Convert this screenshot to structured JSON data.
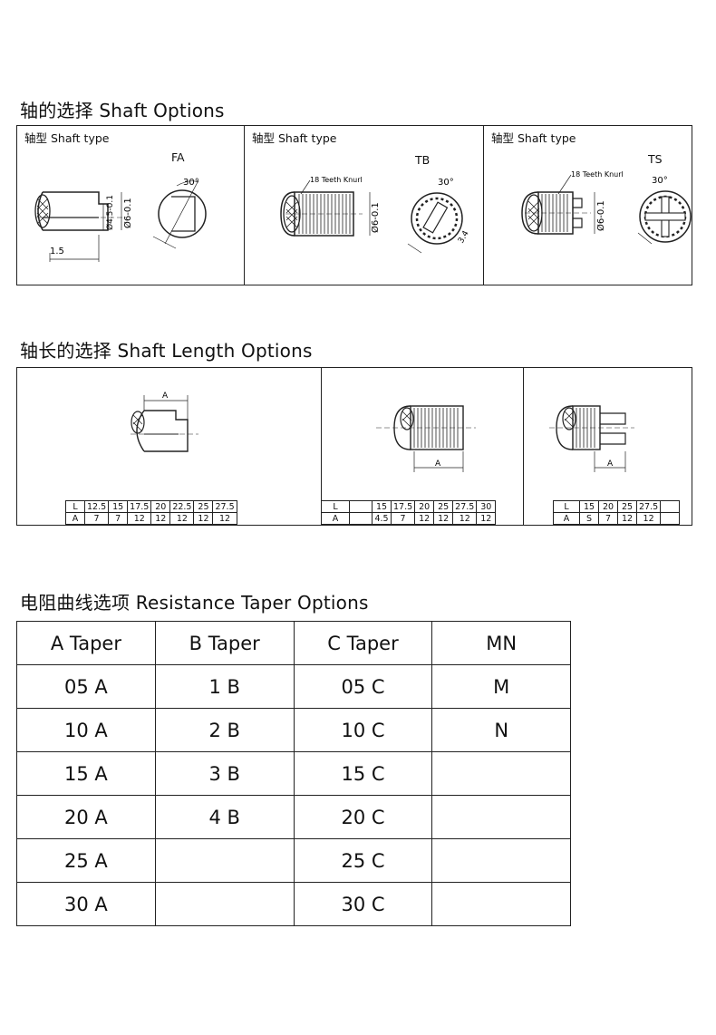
{
  "shaft_options": {
    "title": "轴的选择  Shaft Options",
    "cells": [
      {
        "label": "轴型 Shaft type",
        "code": "FA",
        "angle": "30°",
        "dim_d1": "Ø4.5-0.1",
        "dim_d2": "Ø6-0.1",
        "dim_len": "1.5"
      },
      {
        "label": "轴型 Shaft type",
        "code": "TB",
        "knurl": "18 Teeth  Knurl",
        "angle": "30°",
        "dim_d2": "Ø6-0.1",
        "dim_w": "3.4"
      },
      {
        "label": "轴型 Shaft type",
        "code": "TS",
        "knurl": "18 Teeth  Knurl",
        "angle": "30°",
        "dim_d2": "Ø6-0.1"
      }
    ]
  },
  "shaft_length": {
    "title": "轴长的选择  Shaft Length Options",
    "dim_label": "A",
    "tables": [
      {
        "L": [
          "L",
          "12.5",
          "15",
          "17.5",
          "20",
          "22.5",
          "25",
          "27.5"
        ],
        "A": [
          "A",
          "7",
          "7",
          "12",
          "12",
          "12",
          "12",
          "12"
        ]
      },
      {
        "L": [
          "L",
          "",
          "15",
          "17.5",
          "20",
          "25",
          "27.5",
          "30"
        ],
        "A": [
          "A",
          "",
          "4.5",
          "7",
          "12",
          "12",
          "12",
          "12"
        ]
      },
      {
        "L": [
          "L",
          "15",
          "20",
          "25",
          "27.5",
          ""
        ],
        "A": [
          "A",
          "S",
          "7",
          "12",
          "12",
          ""
        ]
      }
    ]
  },
  "taper": {
    "title": "电阻曲线选项  Resistance Taper Options",
    "headers": [
      "A Taper",
      "B Taper",
      "C Taper",
      "MN"
    ],
    "rows": [
      [
        "05 A",
        "1 B",
        "05 C",
        "M"
      ],
      [
        "10 A",
        "2 B",
        "10 C",
        "N"
      ],
      [
        "15 A",
        "3 B",
        "15 C",
        ""
      ],
      [
        "20 A",
        "4 B",
        "20 C",
        ""
      ],
      [
        "25 A",
        "",
        "25 C",
        ""
      ],
      [
        "30 A",
        "",
        "30 C",
        ""
      ]
    ]
  }
}
